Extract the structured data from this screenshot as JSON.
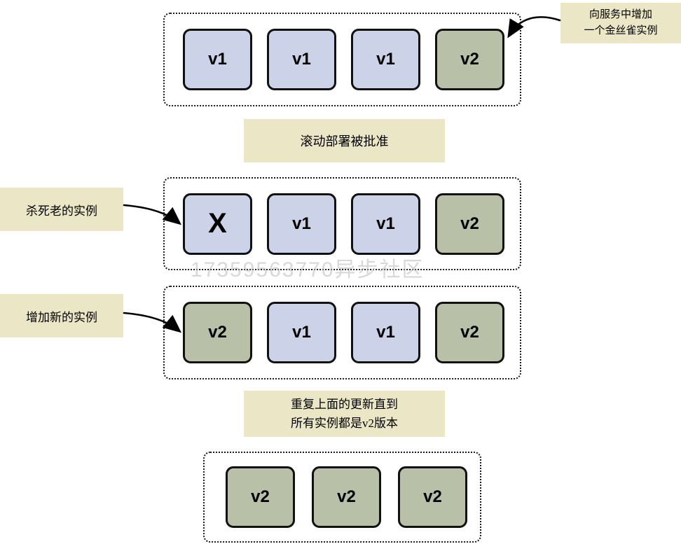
{
  "watermark": "17359563770异步社区",
  "labels": {
    "canary_line1": "向服务中增加",
    "canary_line2": "一个金丝雀实例",
    "approved": "滚动部署被批准",
    "kill_old": "杀死老的实例",
    "add_new": "增加新的实例",
    "repeat_line1": "重复上面的更新直到",
    "repeat_line2": "所有实例都是v2版本"
  },
  "rows": [
    {
      "name": "initial-with-canary",
      "boxes": [
        {
          "label": "v1",
          "type": "v1"
        },
        {
          "label": "v1",
          "type": "v1"
        },
        {
          "label": "v1",
          "type": "v1"
        },
        {
          "label": "v2",
          "type": "v2"
        }
      ]
    },
    {
      "name": "kill-old-instance",
      "boxes": [
        {
          "label": "X",
          "type": "v1"
        },
        {
          "label": "v1",
          "type": "v1"
        },
        {
          "label": "v1",
          "type": "v1"
        },
        {
          "label": "v2",
          "type": "v2"
        }
      ]
    },
    {
      "name": "add-new-instance",
      "boxes": [
        {
          "label": "v2",
          "type": "v2"
        },
        {
          "label": "v1",
          "type": "v1"
        },
        {
          "label": "v1",
          "type": "v1"
        },
        {
          "label": "v2",
          "type": "v2"
        }
      ]
    },
    {
      "name": "final-all-v2",
      "boxes": [
        {
          "label": "v2",
          "type": "v2"
        },
        {
          "label": "v2",
          "type": "v2"
        },
        {
          "label": "v2",
          "type": "v2"
        }
      ]
    }
  ],
  "colors": {
    "v1_fill": "#ccd3e8",
    "v2_fill": "#b8c1a7",
    "annotation_fill": "#eae6c6",
    "border": "#111111"
  }
}
